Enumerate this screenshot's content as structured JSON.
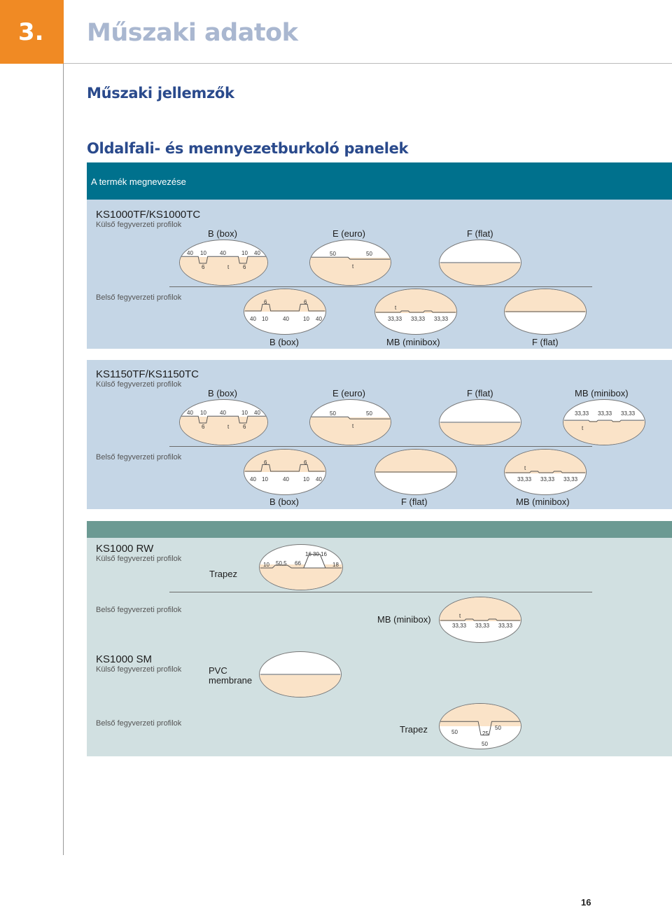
{
  "header": {
    "chapter_number": "3.",
    "chapter_title": "Műszaki adatok"
  },
  "section_title": "Műszaki jellemzők",
  "subsection_title": "Oldalfali- és mennyezetburkoló panelek",
  "table_header": "A termék megnevezése",
  "labels": {
    "outer": "Külső fegyverzeti profilok",
    "inner": "Belső fegyverzeti profilok",
    "box": "B (box)",
    "euro": "E (euro)",
    "flat": "F (flat)",
    "minibox": "MB (minibox)",
    "trapez": "Trapez",
    "pvc": "PVC membrane"
  },
  "products": [
    {
      "name": "KS1000TF/KS1000TC"
    },
    {
      "name": "KS1150TF/KS1150TC"
    },
    {
      "name": "KS1000 RW"
    },
    {
      "name": "KS1000 SM"
    }
  ],
  "dims": {
    "d40": "40",
    "d10": "10",
    "d6": "6",
    "d50": "50",
    "d3333": "33,33",
    "t1": "t",
    "rw_16": "16",
    "rw_30": "30",
    "rw_50_5": "50,5",
    "rw_66": "66",
    "rw_18": "18",
    "rw_10": "10",
    "sm_50": "50",
    "sm_25": "25"
  },
  "page_number": "16",
  "colors": {
    "accent_orange": "#f08a24",
    "teal": "#00718d",
    "panel_blue": "#c5d6e6",
    "panel_green": "#d1e0e1",
    "profile_fill": "#fae3c8"
  }
}
